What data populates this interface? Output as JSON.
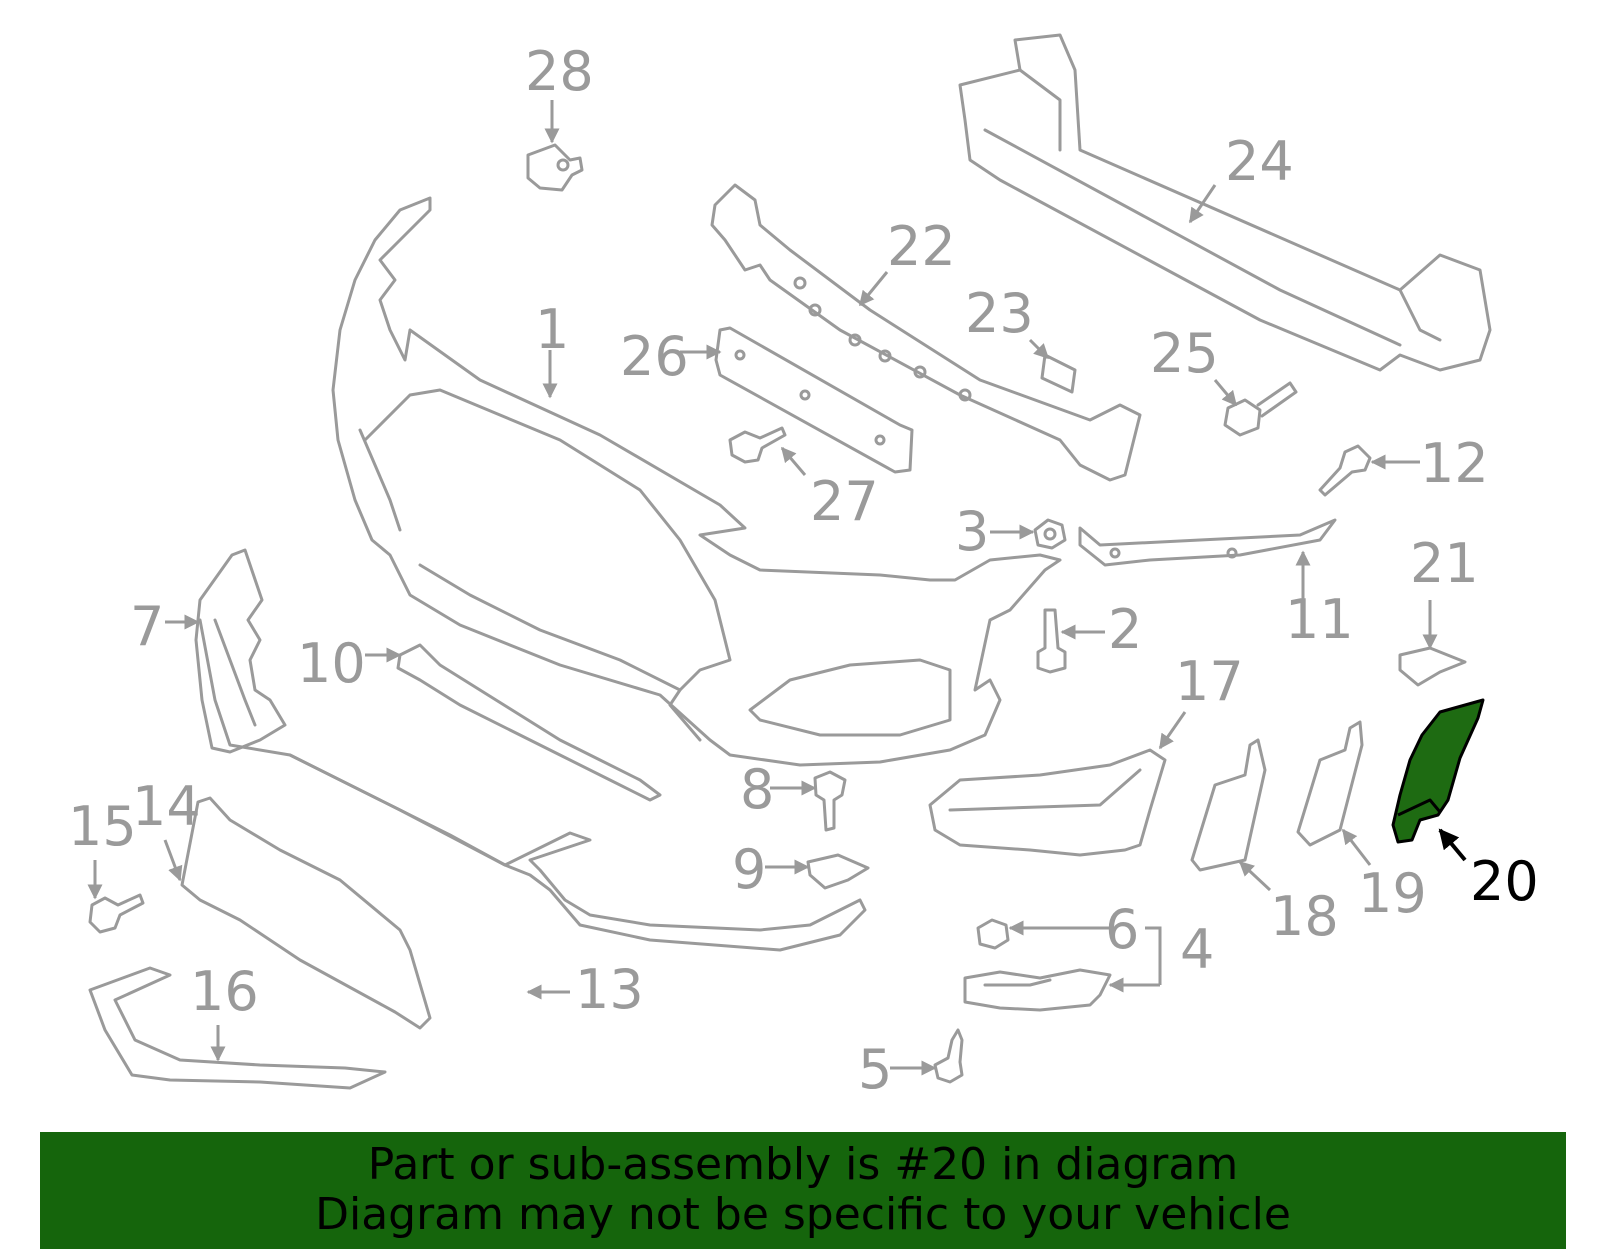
{
  "callouts": {
    "c1": "1",
    "c2": "2",
    "c3": "3",
    "c4": "4",
    "c5": "5",
    "c6": "6",
    "c7": "7",
    "c8": "8",
    "c9": "9",
    "c10": "10",
    "c11": "11",
    "c12": "12",
    "c13": "13",
    "c14": "14",
    "c15": "15",
    "c16": "16",
    "c17": "17",
    "c18": "18",
    "c19": "19",
    "c20": "20",
    "c21": "21",
    "c22": "22",
    "c23": "23",
    "c24": "24",
    "c25": "25",
    "c26": "26",
    "c27": "27",
    "c28": "28"
  },
  "highlighted_part": "20",
  "colors": {
    "line": "#9a9a9a",
    "highlight_fill": "#1e6b12",
    "banner_bg": "#15650c",
    "highlight_label": "#000000"
  },
  "banner": {
    "line1": "Part or sub-assembly is #20 in diagram",
    "line2": "Diagram may not be specific to your vehicle"
  }
}
